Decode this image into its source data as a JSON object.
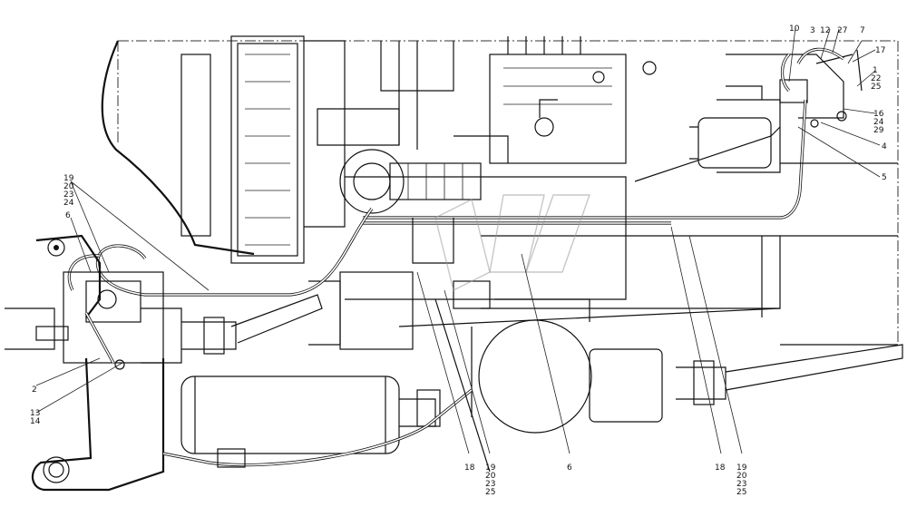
{
  "callouts": {
    "c1": "1",
    "c22a": "22",
    "c25a": "25",
    "c7": "7",
    "c17": "17",
    "c27": "27",
    "c12": "12",
    "c3": "3",
    "c10": "10",
    "c16": "16",
    "c24a": "24",
    "c29": "29",
    "c4": "4",
    "c5": "5",
    "c19a": "19",
    "c20a": "20",
    "c23a": "23",
    "c24b": "24",
    "c6a": "6",
    "c2": "2",
    "c13": "13",
    "c14": "14",
    "c18a": "18",
    "c19b": "19",
    "c20b": "20",
    "c23b": "23",
    "c25b": "25",
    "c6b": "6",
    "c18b": "18",
    "c19c": "19",
    "c20c": "20",
    "c23c": "23",
    "c25c": "25"
  }
}
